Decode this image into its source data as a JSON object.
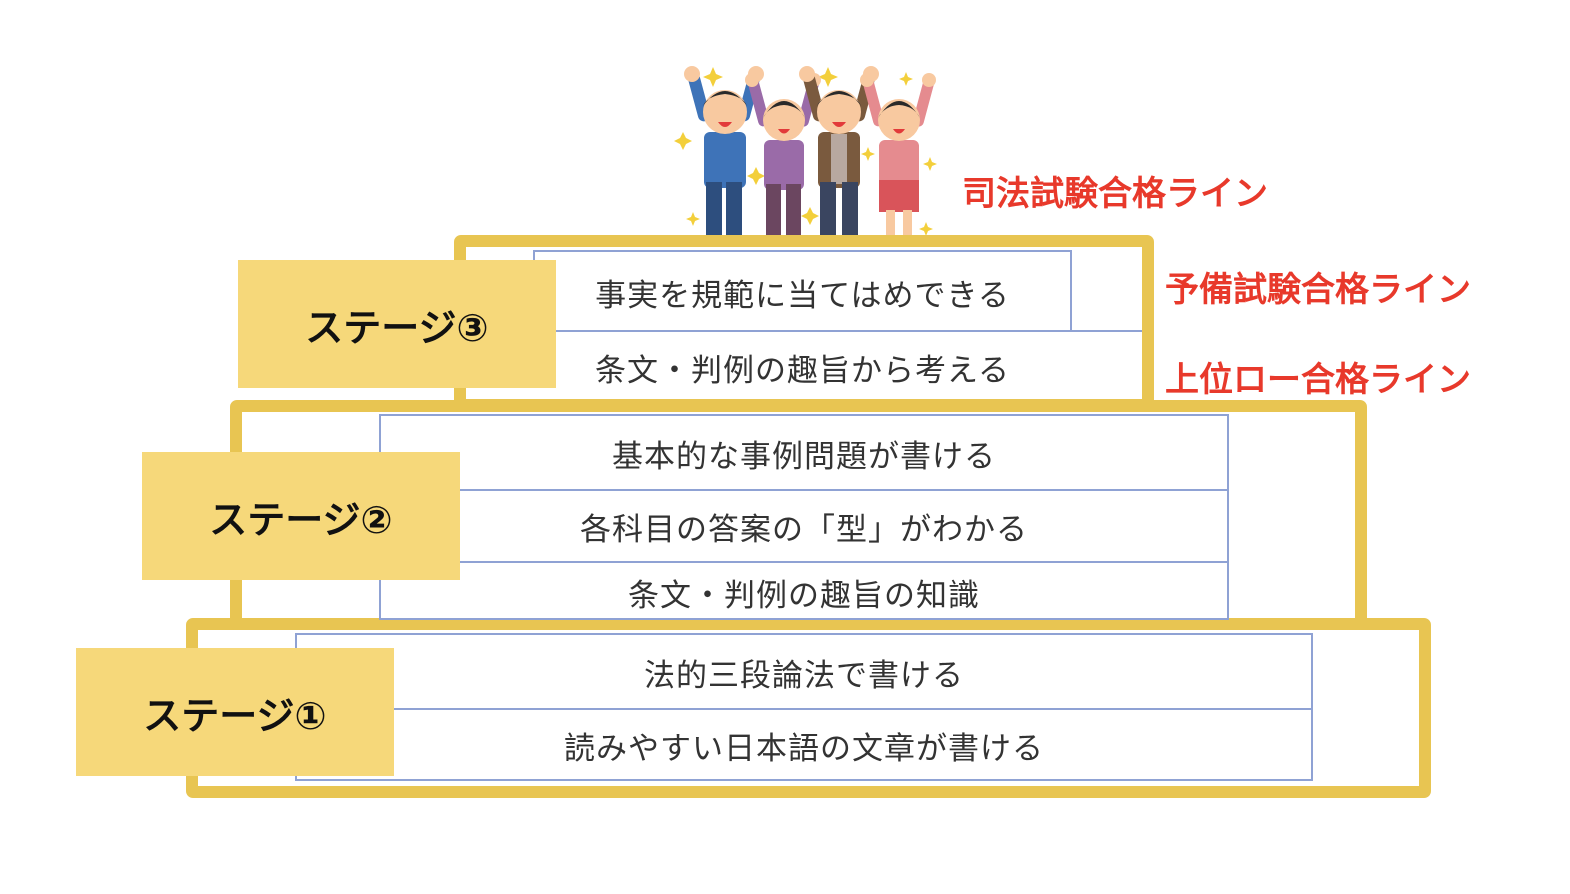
{
  "illustration": {
    "name": "celebrating-people",
    "description": "four people cheering with raised arms and sparkles"
  },
  "pass_lines": [
    {
      "label": "司法試験合格ライン"
    },
    {
      "label": "予備試験合格ライン"
    },
    {
      "label": "上位ロー合格ライン"
    }
  ],
  "stages": [
    {
      "label": "ステージ③",
      "items": [
        "事実を規範に当てはめできる",
        "条文・判例の趣旨から考える"
      ]
    },
    {
      "label": "ステージ②",
      "items": [
        "基本的な事例問題が書ける",
        "各科目の答案の「型」がわかる",
        "条文・判例の趣旨の知識"
      ]
    },
    {
      "label": "ステージ①",
      "items": [
        "法的三段論法で書ける",
        "読みやすい日本語の文章が書ける"
      ]
    }
  ],
  "colors": {
    "frame": "#E8C552",
    "stage_label_bg": "#F6D87A",
    "pass_line_text": "#E8392B",
    "table_border": "#8FA2D4"
  }
}
